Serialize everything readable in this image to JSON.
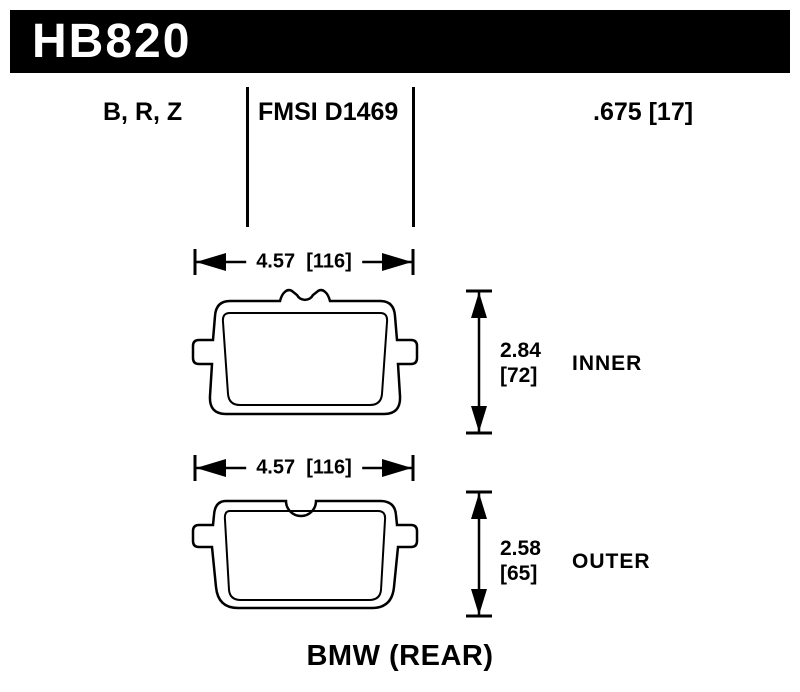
{
  "header": {
    "part_number": "HB820"
  },
  "spec_row": {
    "compounds": "B, R, Z",
    "fmsi": "FMSI D1469",
    "pad_thickness": ".675 [17]"
  },
  "inner_pad": {
    "width_label": "4.57  [116]",
    "height_in": "2.84",
    "height_mm": "[72]",
    "position_label": "INNER"
  },
  "outer_pad": {
    "width_label": "4.57  [116]",
    "height_in": "2.58",
    "height_mm": "[65]",
    "position_label": "OUTER"
  },
  "footer": {
    "vehicle": "BMW (REAR)"
  },
  "colors": {
    "ink": "#000000",
    "background": "#ffffff",
    "bar": "#000000",
    "bar_text": "#ffffff"
  }
}
